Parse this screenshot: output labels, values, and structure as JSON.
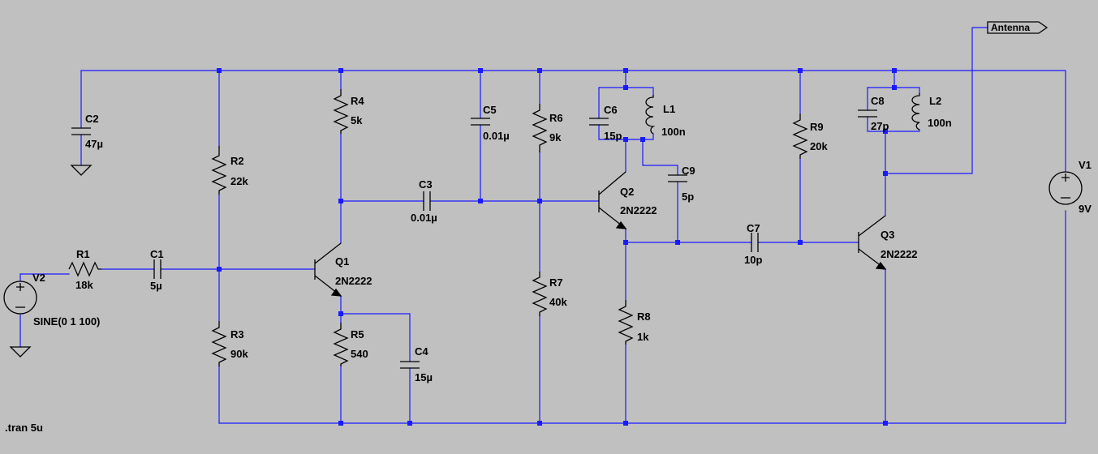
{
  "components": {
    "R1": {
      "ref": "R1",
      "value": "18k"
    },
    "R2": {
      "ref": "R2",
      "value": "22k"
    },
    "R3": {
      "ref": "R3",
      "value": "90k"
    },
    "R4": {
      "ref": "R4",
      "value": "5k"
    },
    "R5": {
      "ref": "R5",
      "value": "540"
    },
    "R6": {
      "ref": "R6",
      "value": "9k"
    },
    "R7": {
      "ref": "R7",
      "value": "40k"
    },
    "R8": {
      "ref": "R8",
      "value": "1k"
    },
    "R9": {
      "ref": "R9",
      "value": "20k"
    },
    "C1": {
      "ref": "C1",
      "value": "5µ"
    },
    "C2": {
      "ref": "C2",
      "value": "47µ"
    },
    "C3": {
      "ref": "C3",
      "value": "0.01µ"
    },
    "C4": {
      "ref": "C4",
      "value": "15µ"
    },
    "C5": {
      "ref": "C5",
      "value": "0.01µ"
    },
    "C6": {
      "ref": "C6",
      "value": "15p"
    },
    "C7": {
      "ref": "C7",
      "value": "10p"
    },
    "C8": {
      "ref": "C8",
      "value": "27p"
    },
    "C9": {
      "ref": "C9",
      "value": "5p"
    },
    "L1": {
      "ref": "L1",
      "value": "100n"
    },
    "L2": {
      "ref": "L2",
      "value": "100n"
    },
    "Q1": {
      "ref": "Q1",
      "value": "2N2222"
    },
    "Q2": {
      "ref": "Q2",
      "value": "2N2222"
    },
    "Q3": {
      "ref": "Q3",
      "value": "2N2222"
    },
    "V1": {
      "ref": "V1",
      "value": "9V"
    },
    "V2": {
      "ref": "V2",
      "value": "SINE(0 1 100)"
    }
  },
  "net_label": "Antenna",
  "directive": ".tran 5u"
}
